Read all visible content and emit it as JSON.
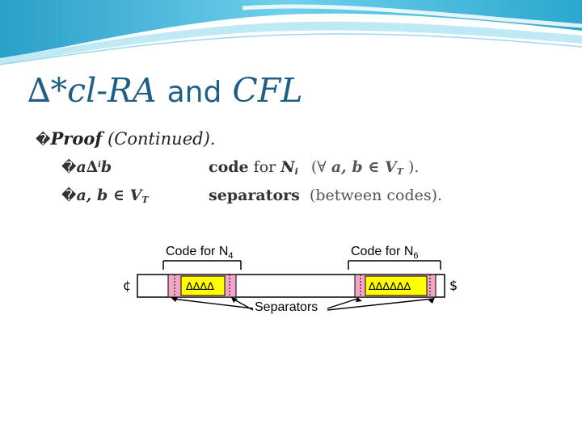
{
  "title": {
    "main": "∆*cl-RA",
    "connector": "and",
    "tail": "CFL"
  },
  "proof": {
    "bullet": "�",
    "bold": "Proof",
    "rest": "(Continued)."
  },
  "rows": [
    {
      "bullet": "�",
      "left_a": "a",
      "left_delta": "∆",
      "left_sup": "i",
      "left_b": "b",
      "desc_code": "code",
      "desc_for": "for",
      "desc_N": "N",
      "desc_N_sub": "i",
      "desc_paren_open": "(∀",
      "desc_vars": "a, b ∈ V",
      "desc_V_sub": "T",
      "desc_paren_close": ")."
    },
    {
      "bullet": "�",
      "left_vars": "a, b ∈ V",
      "left_V_sub": "T",
      "desc_sep": "separators",
      "desc_between": "(between codes)."
    }
  ],
  "diagram": {
    "label_n4": "Code for N",
    "label_n4_sub": "4",
    "label_n6": "Code for N",
    "label_n6_sub": "6",
    "start_symbol": "¢",
    "end_symbol": "$",
    "code1": "∆∆∆∆",
    "code2": "∆∆∆∆∆∆",
    "separators": "Separators",
    "colors": {
      "pink": "#f4a6c9",
      "yellow": "#ffff00",
      "title": "#1f5f86"
    }
  }
}
